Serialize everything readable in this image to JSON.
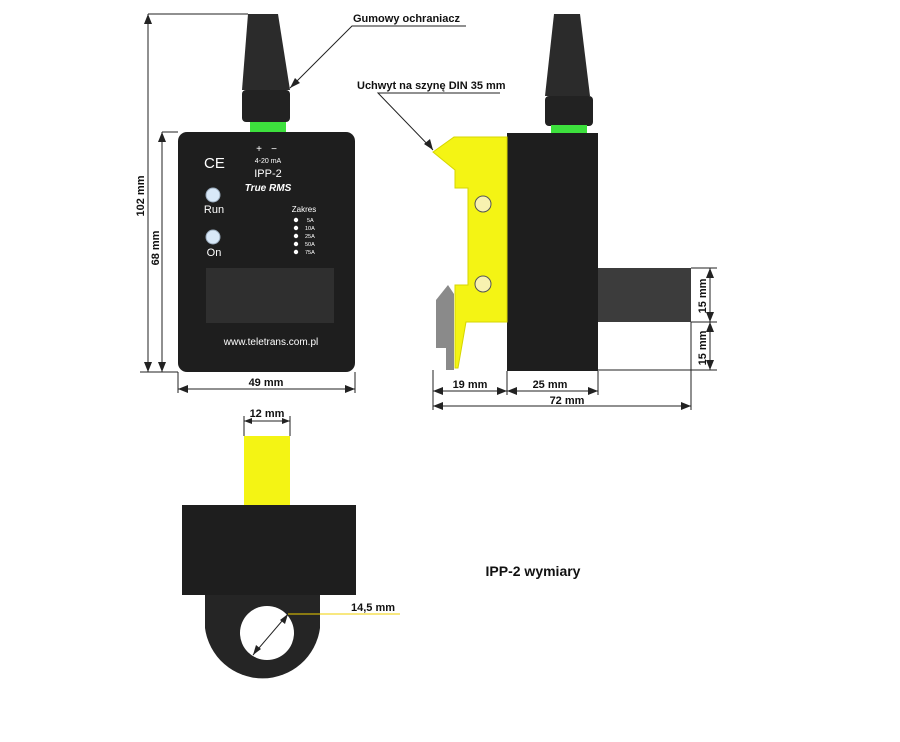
{
  "title": "IPP-2 wymiary",
  "callouts": {
    "rubber_guard": "Gumowy ochraniacz",
    "din_holder": "Uchwyt na szynę DIN 35 mm"
  },
  "dimensions": {
    "height_total": "102 mm",
    "height_body": "68 mm",
    "width_front": "49 mm",
    "width_yellow": "12 mm",
    "hole_diameter": "14,5 mm",
    "side_holder": "19 mm",
    "side_body": "25 mm",
    "side_total": "72 mm",
    "side_arm_upper": "15 mm",
    "side_arm_lower": "15 mm"
  },
  "device": {
    "polarity_plus": "+",
    "polarity_minus": "−",
    "output": "4-20 mA",
    "model": "IPP-2",
    "subtitle": "True RMS",
    "ce_mark": "CE",
    "run_label": "Run",
    "on_label": "On",
    "range_title": "Zakres",
    "ranges": [
      "5A",
      "10A",
      "25A",
      "50A",
      "75A"
    ],
    "website": "www.teletrans.com.pl"
  },
  "colors": {
    "body": "#1e1e1e",
    "cable": "#2a2a2a",
    "yellow": "#f4f414",
    "led_green": "#39e639",
    "arm_grey": "#3c3c3c"
  }
}
